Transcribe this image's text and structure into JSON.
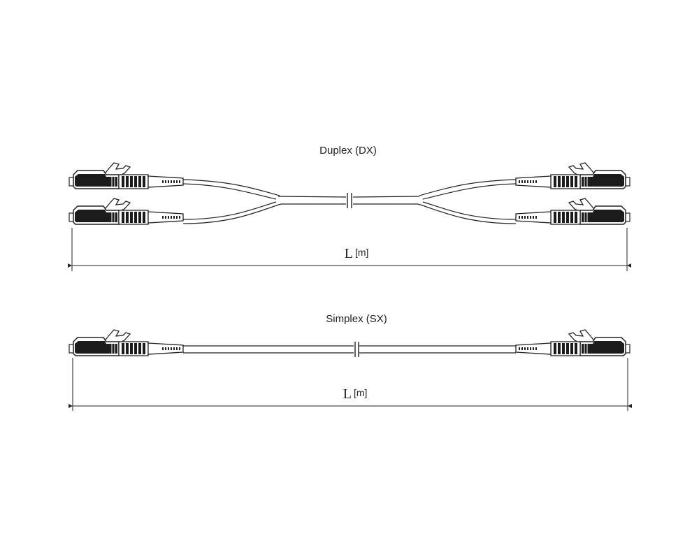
{
  "diagrams": {
    "duplex": {
      "title": "Duplex (DX)",
      "length_symbol": "L",
      "length_unit": "[m]"
    },
    "simplex": {
      "title": "Simplex (SX)",
      "length_symbol": "L",
      "length_unit": "[m]"
    }
  },
  "colors": {
    "line": "#222222",
    "connector_fill": "#1c1c1c",
    "background": "#ffffff"
  }
}
